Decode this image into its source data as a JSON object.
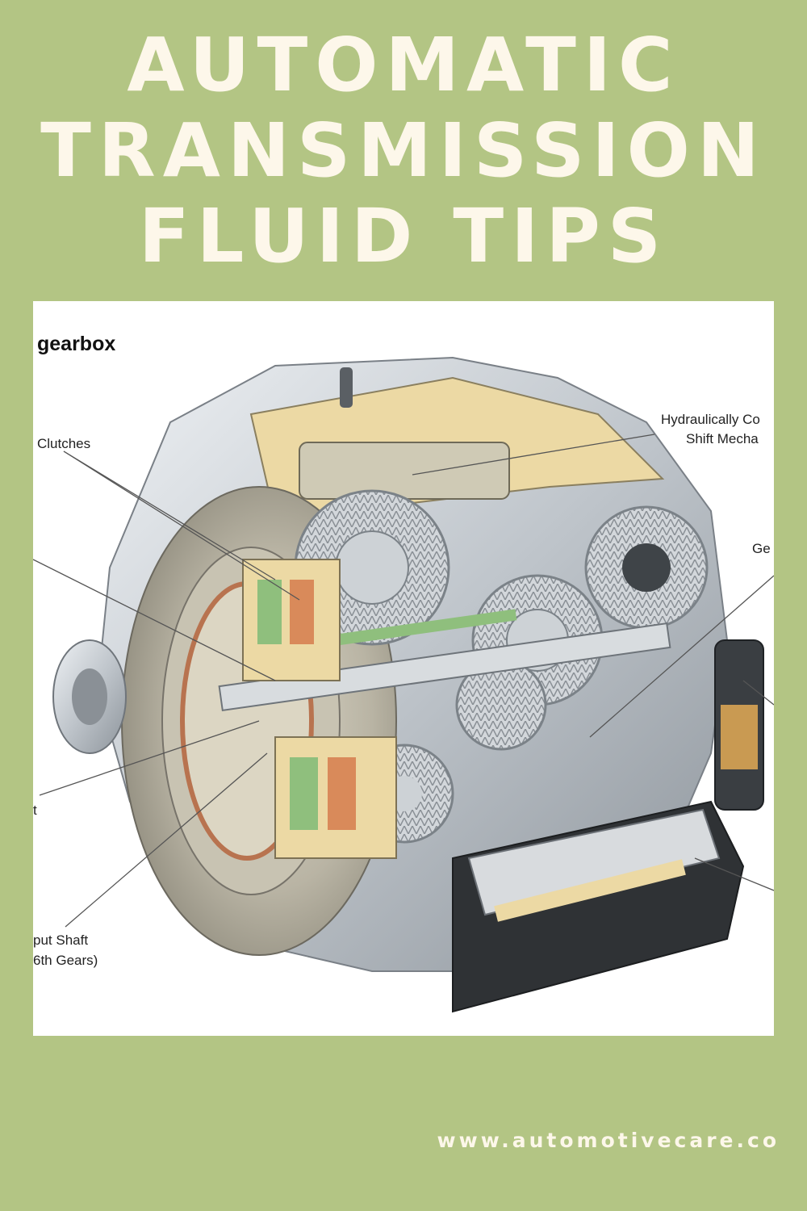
{
  "title": {
    "line1": "AUTOMATIC",
    "line2": "TRANSMISSION",
    "line3": "FLUID TIPS"
  },
  "diagram": {
    "heading": "gearbox",
    "labels": {
      "clutches": "Clutches",
      "hydraulic_line1": "Hydraulically Co",
      "hydraulic_line2": "Shift Mecha",
      "gears_right": "Ge",
      "left_fragment": "t",
      "output_shaft_line1": "put Shaft",
      "output_shaft_line2": "6th Gears)"
    }
  },
  "footer": {
    "url": "www.automotivecare.co"
  },
  "colors": {
    "background": "#b3c584",
    "title_text": "#fdf7ea",
    "metal": "#c9ced3",
    "cutaway": "#ecd9a4",
    "clutch_orange": "#d98a5a",
    "clutch_green": "#8fbf7d"
  }
}
